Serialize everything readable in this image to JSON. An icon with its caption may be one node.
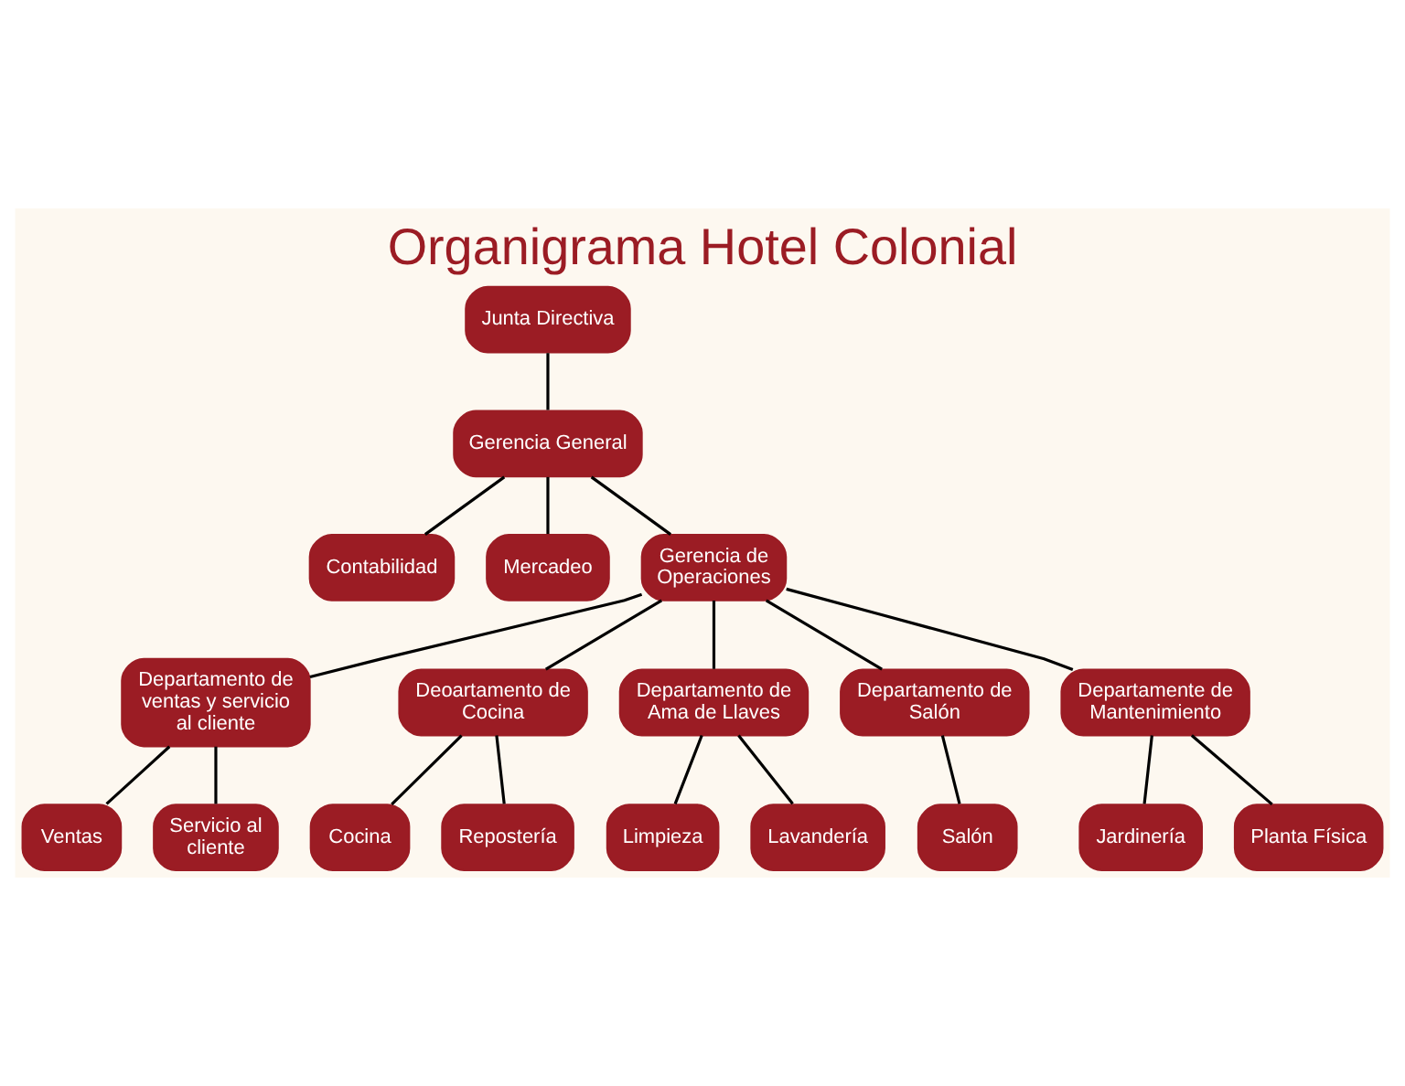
{
  "diagram": {
    "title": "Organigrama Hotel Colonial",
    "nodes": [
      {
        "text": [
          "Junta Directiva"
        ]
      },
      {
        "text": [
          "Gerencia General"
        ]
      },
      {
        "text": [
          "Contabilidad"
        ]
      },
      {
        "text": [
          "Mercadeo"
        ]
      },
      {
        "text": [
          "Gerencia de Operaciones"
        ]
      },
      {
        "text": [
          "Departamento de ventas y servicio al cliente"
        ]
      },
      {
        "text": [
          "Deoartamento de Cocina"
        ]
      },
      {
        "text": [
          "Departamento de Ama de Llaves"
        ]
      },
      {
        "text": [
          "Departamento de Salón"
        ]
      },
      {
        "text": [
          "Departamente de Mantenimiento"
        ]
      },
      {
        "text": [
          "Ventas"
        ]
      },
      {
        "text": [
          "Servicio al cliente"
        ]
      },
      {
        "text": [
          "Limpieza"
        ]
      },
      {
        "text": [
          "Lavandería"
        ]
      },
      {
        "text": [
          "Jardinería"
        ]
      },
      {
        "text": [
          "Planta Física"
        ]
      },
      {
        "text": [
          "Cocina"
        ]
      },
      {
        "text": [
          "Repostería"
        ]
      },
      {
        "text": [
          "Salón"
        ]
      }
    ],
    "edges": [
      {
        "from": 0,
        "to": 1,
        "arrow": "none"
      },
      {
        "from": 1,
        "to": 2,
        "arrow": "none"
      },
      {
        "from": 1,
        "to": 3,
        "arrow": "none"
      },
      {
        "from": 1,
        "to": 4,
        "arrow": "none"
      },
      {
        "from": 4,
        "to": 5,
        "arrow": "none"
      },
      {
        "from": 4,
        "to": 6,
        "arrow": "none"
      },
      {
        "from": 4,
        "to": 7,
        "arrow": "none"
      },
      {
        "from": 4,
        "to": 8,
        "arrow": "none"
      },
      {
        "from": 4,
        "to": 9,
        "arrow": "none"
      },
      {
        "from": 5,
        "to": 10,
        "arrow": "none"
      },
      {
        "from": 5,
        "to": 11,
        "arrow": "none"
      },
      {
        "from": 7,
        "to": 12,
        "arrow": "none"
      },
      {
        "from": 7,
        "to": 13,
        "arrow": "none"
      },
      {
        "from": 9,
        "to": 14,
        "arrow": "none"
      },
      {
        "from": 9,
        "to": 15,
        "arrow": "none"
      },
      {
        "from": 6,
        "to": 16,
        "arrow": "none"
      },
      {
        "from": 6,
        "to": 17,
        "arrow": "none"
      },
      {
        "from": 8,
        "to": 18,
        "arrow": "none"
      }
    ]
  }
}
